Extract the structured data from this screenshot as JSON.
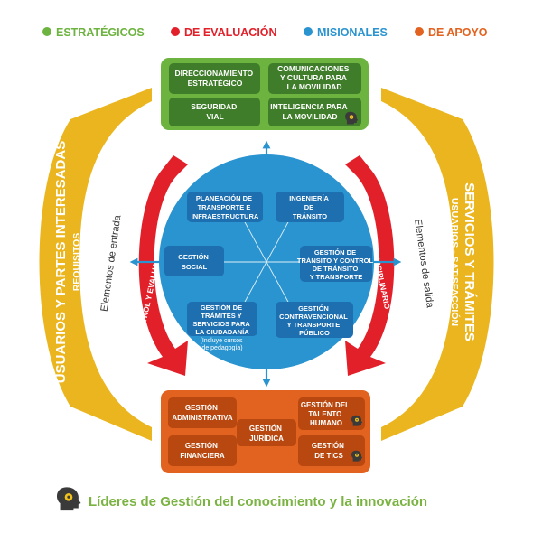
{
  "colors": {
    "green": "#6cb33f",
    "red": "#e2202a",
    "blue": "#2a94d0",
    "orange": "#e2621f",
    "yellow": "#eab51e",
    "dark_green": "#3f7d2a",
    "dark_orange": "#b8480f",
    "leader_green": "#7ab342"
  },
  "legend": [
    {
      "label": "ESTRATÉGICOS",
      "color": "#6cb33f"
    },
    {
      "label": "DE EVALUACIÓN",
      "color": "#e2202a"
    },
    {
      "label": "MISIONALES",
      "color": "#2a94d0"
    },
    {
      "label": "DE APOYO",
      "color": "#e2621f"
    }
  ],
  "strategic": [
    {
      "lines": [
        "DIRECCIONAMIENTO",
        "ESTRATÉGICO"
      ]
    },
    {
      "lines": [
        "COMUNICACIONES",
        "Y CULTURA PARA",
        "LA MOVILIDAD"
      ]
    },
    {
      "lines": [
        "SEGURIDAD",
        "VIAL"
      ]
    },
    {
      "lines": [
        "INTELIGENCIA PARA",
        "LA MOVILIDAD"
      ]
    }
  ],
  "missional": [
    {
      "lines": [
        "PLANEACIÓN DE",
        "TRANSPORTE E",
        "INFRAESTRUCTURA"
      ]
    },
    {
      "lines": [
        "INGENIERÍA",
        "DE",
        "TRÁNSITO"
      ]
    },
    {
      "lines": [
        "GESTIÓN",
        "SOCIAL"
      ]
    },
    {
      "lines": [
        "GESTIÓN DE",
        "TRÁNSITO Y CONTROL",
        "DE TRÁNSITO",
        "Y TRANSPORTE"
      ]
    },
    {
      "lines": [
        "GESTIÓN DE",
        "TRÁMITES Y",
        "SERVICIOS PARA",
        "LA CIUDADANÍA"
      ],
      "note": [
        "(Incluye cursos",
        "de pedagogía)"
      ]
    },
    {
      "lines": [
        "GESTIÓN",
        "CONTRAVENCIONAL",
        "Y TRANSPORTE",
        "PÚBLICO"
      ]
    }
  ],
  "support": [
    {
      "lines": [
        "GESTIÓN",
        "ADMINISTRATIVA"
      ]
    },
    {
      "lines": [
        "GESTIÓN",
        "JURÍDICA"
      ]
    },
    {
      "lines": [
        "GESTIÓN DEL",
        "TALENTO",
        "HUMANO"
      ]
    },
    {
      "lines": [
        "GESTIÓN",
        "FINANCIERA"
      ]
    },
    {
      "lines": [
        "GESTIÓN",
        "DE TICS"
      ]
    }
  ],
  "left_side": {
    "title": "USUARIOS Y PARTES INTERESADAS",
    "subtitle": "REQUISITOS",
    "input_label": "Elementos de entrada",
    "control_label": "CONTROL Y EVALUACIÓN DE LA GESTIÓN"
  },
  "right_side": {
    "title": "SERVICIOS Y TRÁMITES",
    "subtitle": "USUARIOS - SATISFACCIÓN",
    "output_label": "Elementos de salida",
    "control_label": "CONTROL DISCIPLINARIO"
  },
  "footer": {
    "text": "Líderes de Gestión del conocimiento y la innovación",
    "icon": "head-gear-icon"
  }
}
